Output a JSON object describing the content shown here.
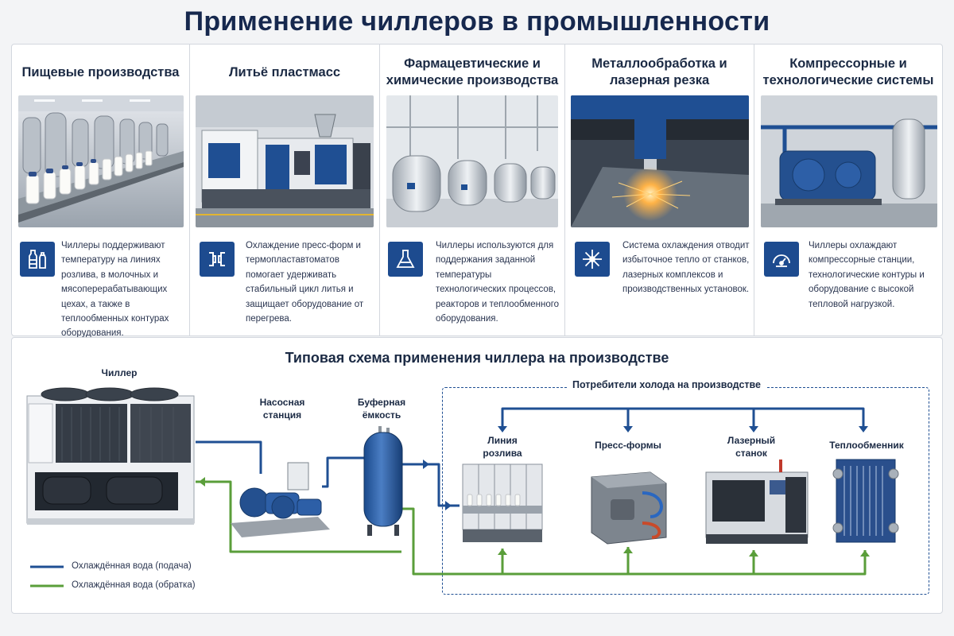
{
  "title": "Применение чиллеров в промышленности",
  "industries": [
    {
      "title": "Пищевые производства",
      "icon": "bottle-icon",
      "description": "Чиллеры поддерживают температуру на линиях розлива, в молочных и мясоперерабатывающих цехах, а также в теплообменных контурах оборудования."
    },
    {
      "title": "Литьё пластмасс",
      "icon": "mold-icon",
      "description": "Охлаждение пресс-форм и термопластавтоматов помогает удерживать стабильный цикл литья и защищает оборудование от перегрева."
    },
    {
      "title": "Фармацевтические и химические производства",
      "icon": "flask-icon",
      "description": "Чиллеры используются для поддержания заданной температуры технологических процессов, реакторов и теплообменного оборудования."
    },
    {
      "title": "Металлообработка и лазерная резка",
      "icon": "laser-spark-icon",
      "description": "Система охлаждения отводит избыточное тепло от станков, лазерных комплексов и производственных установок."
    },
    {
      "title": "Компрессорные и технологические системы",
      "icon": "gauge-icon",
      "description": "Чиллеры охлаждают компрессорные станции, технологические контуры и оборудование с высокой тепловой нагрузкой."
    }
  ],
  "scheme": {
    "title": "Типовая схема применения чиллера на производстве",
    "chiller": "Чиллер",
    "pump": "Насосная станция",
    "tank": "Буферная ёмкость",
    "consumers_title": "Потребители холода на производстве",
    "consumers": [
      "Линия розлива",
      "Пресс-формы",
      "Лазерный станок",
      "Теплообменник"
    ],
    "legend": [
      {
        "label": "Охлаждённая вода (подача)",
        "color": "#1f4f93"
      },
      {
        "label": "Охлаждённая вода (обратка)",
        "color": "#5a9e3a"
      }
    ]
  },
  "colors": {
    "accent": "#1d4b8f",
    "supply": "#1f4f93",
    "return": "#5a9e3a"
  }
}
